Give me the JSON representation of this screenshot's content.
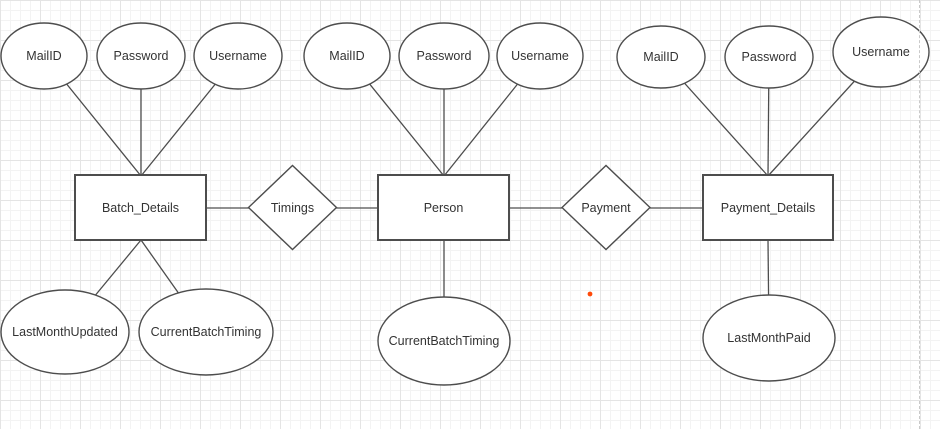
{
  "colors": {
    "background": "#ffffff",
    "grid_minor": "#f3f3f3",
    "grid_major": "#e4e4e4",
    "shape_fill": "#ffffff",
    "shape_stroke": "#4d4d4d",
    "label_text": "#333333",
    "marker_dot": "#ff4a0a",
    "page_boundary": "#c9c9c9"
  },
  "er_diagram": {
    "entities": [
      {
        "label": "Batch_Details"
      },
      {
        "label": "Person"
      },
      {
        "label": "Payment_Details"
      }
    ],
    "relationships": [
      {
        "label": "Timings",
        "connects": [
          "Batch_Details",
          "Person"
        ]
      },
      {
        "label": "Payment",
        "connects": [
          "Person",
          "Payment_Details"
        ]
      }
    ],
    "attributes": {
      "batch_details_top": [
        {
          "label": "MailID"
        },
        {
          "label": "Password"
        },
        {
          "label": "Username"
        }
      ],
      "batch_details_bottom": [
        {
          "label": "LastMonthUpdated"
        },
        {
          "label": "CurrentBatchTiming"
        }
      ],
      "person_top": [
        {
          "label": "MailID"
        },
        {
          "label": "Password"
        },
        {
          "label": "Username"
        }
      ],
      "person_bottom": [
        {
          "label": "CurrentBatchTiming"
        }
      ],
      "payment_details_top": [
        {
          "label": "MailID"
        },
        {
          "label": "Password"
        },
        {
          "label": "Username"
        }
      ],
      "payment_details_bottom": [
        {
          "label": "LastMonthPaid"
        }
      ]
    }
  }
}
